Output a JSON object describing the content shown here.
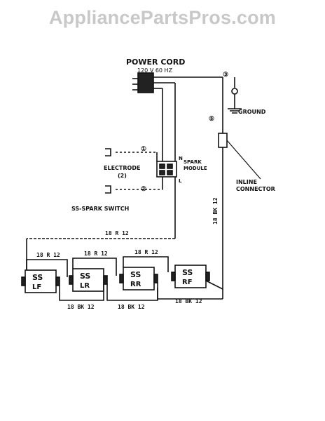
{
  "watermark": "AppliancePartsPros.com",
  "power_cord": {
    "title": "POWER CORD",
    "rating": "120 V   60 HZ"
  },
  "ground_label": "GROUND",
  "spark_module": {
    "label_line1": "SPARK",
    "label_line2": "MODULE",
    "pin_n": "N",
    "pin_l": "L"
  },
  "electrode": {
    "label": "ELECTRODE",
    "count": "(2)"
  },
  "inline_connector": {
    "line1": "INLINE",
    "line2": "CONNECTOR"
  },
  "spark_switch_label": "SS-SPARK SWITCH",
  "switches": [
    {
      "line1": "SS",
      "line2": "LF"
    },
    {
      "line1": "SS",
      "line2": "LR"
    },
    {
      "line1": "SS",
      "line2": "RR"
    },
    {
      "line1": "SS",
      "line2": "RF"
    }
  ],
  "wires": {
    "w1": "①",
    "w2": "②",
    "w3": "③",
    "w5": "⑤",
    "w4_label": "18 R 12",
    "w5_label": "18 R 12",
    "w6_label": "18 R 12",
    "w7_label": "18 R 12",
    "w8_label": "18 BK 12",
    "w9_label": "18 BK 12",
    "w10_label": "18 BK 12",
    "w11_label": "18 BK 12"
  },
  "colors": {
    "ink": "#111111",
    "watermark": "#c8c8c8"
  }
}
